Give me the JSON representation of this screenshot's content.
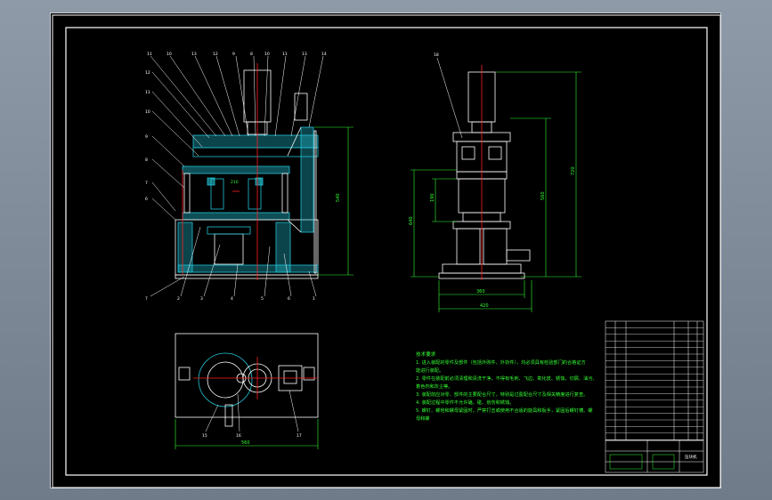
{
  "colors": {
    "frame": "#ffffff",
    "outline": "#ffffff",
    "hatch": "#22c3d6",
    "dimension": "#33ff33",
    "centerline": "#ff2020",
    "background": "#000000"
  },
  "balloons_front": [
    "11",
    "10",
    "13",
    "12",
    "9",
    "8",
    "10",
    "11",
    "13",
    "14"
  ],
  "balloons_left": [
    "12",
    "11",
    "10",
    "9",
    "8",
    "7",
    "6"
  ],
  "balloons_bottom": [
    "7",
    "2",
    "3",
    "4",
    "5",
    "6",
    "1"
  ],
  "balloon_side": "18",
  "balloons_plan": [
    "15",
    "16",
    "17"
  ],
  "dims": {
    "front_right": "540",
    "front_inner": "210",
    "side_total": "720",
    "side_mid": "560",
    "side_left": "640",
    "side_small": "190",
    "side_base_inner": "360",
    "side_base_outer": "420",
    "plan_width": "560"
  },
  "notes": {
    "title": "技术要求",
    "lines": [
      "1. 进入装配的零件及部件（包括外购件、外协件），均必须具有检验部门的合格证方",
      "   能进行装配。",
      "2. 零件在装配前必须清理和清洗干净，不得有毛刺、飞边、氧化皮、锈蚀、切屑、油污、",
      "   着色剂和灰尘等。",
      "3. 装配前应对零、部件的主要配合尺寸，特别是过盈配合尺寸及相关精度进行复查。",
      "4. 装配过程中零件不允许磕、碰、划伤和锈蚀。",
      "5. 螺钉、螺栓和螺母紧固时，严禁打击或使用不合适的旋具和扳手，紧固后螺钉槽、螺",
      "   母和螺"
    ]
  },
  "title_block": {
    "drawing_name": "压块机"
  }
}
